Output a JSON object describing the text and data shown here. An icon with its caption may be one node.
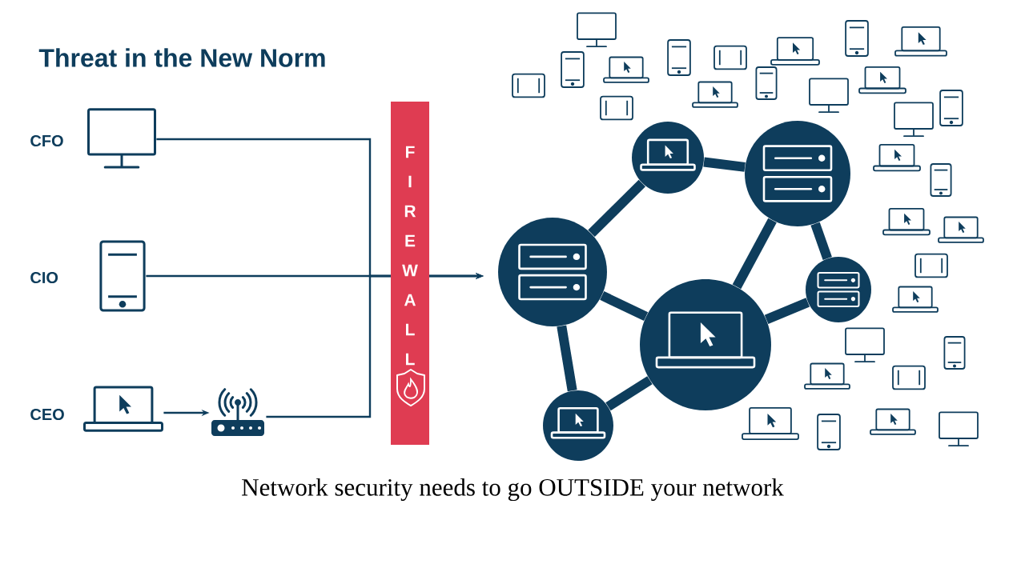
{
  "diagram": {
    "title": "Threat in the New Norm",
    "caption": "Network security needs to go OUTSIDE your network",
    "nodes": [
      {
        "text": [],
        "shape": "picture",
        "beside": [
          "CFO"
        ]
      },
      {
        "text": [],
        "shape": "picture",
        "beside": [
          "CIO"
        ]
      },
      {
        "text": [],
        "shape": "picture",
        "beside": [
          "CEO"
        ]
      },
      {
        "text": [],
        "shape": "picture"
      },
      {
        "text": [],
        "shape": "circle"
      },
      {
        "text": [],
        "shape": "circle"
      },
      {
        "text": [],
        "shape": "circle"
      },
      {
        "text": [],
        "shape": "circle"
      },
      {
        "text": [],
        "shape": "circle"
      },
      {
        "text": [],
        "shape": "circle"
      }
    ],
    "edges": [
      {
        "from": 0,
        "to": 6,
        "arrow": "to"
      },
      {
        "from": 1,
        "to": 6,
        "arrow": "to"
      },
      {
        "from": 2,
        "to": 3,
        "arrow": "to"
      },
      {
        "from": 3,
        "to": 6,
        "arrow": "to"
      },
      {
        "from": 6,
        "to": 4,
        "arrow": "none"
      },
      {
        "from": 4,
        "to": 5,
        "arrow": "none"
      },
      {
        "from": 5,
        "to": 8,
        "arrow": "none"
      },
      {
        "from": 5,
        "to": 7,
        "arrow": "none"
      },
      {
        "from": 6,
        "to": 8,
        "arrow": "none"
      },
      {
        "from": 8,
        "to": 7,
        "arrow": "none"
      },
      {
        "from": 6,
        "to": 9,
        "arrow": "none"
      },
      {
        "from": 9,
        "to": 8,
        "arrow": "none"
      }
    ],
    "labels": [
      "FIREWALL"
    ]
  }
}
